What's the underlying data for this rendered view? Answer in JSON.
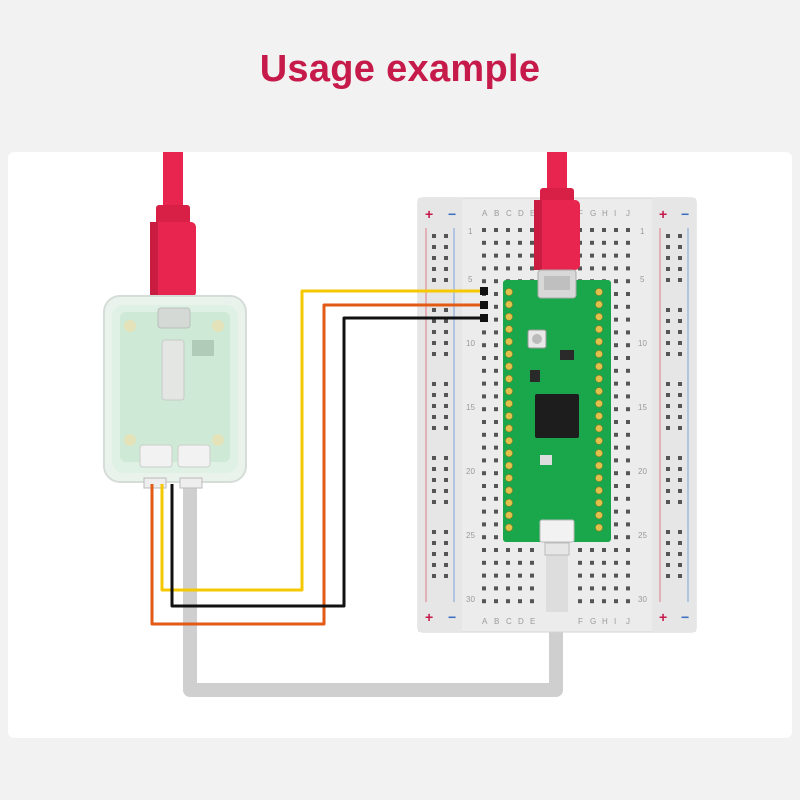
{
  "title": "Usage example",
  "breadboard": {
    "column_labels_left": [
      "A",
      "B",
      "C",
      "D",
      "E"
    ],
    "column_labels_right": [
      "F",
      "G",
      "H",
      "I",
      "J"
    ],
    "row_numbers": [
      "1",
      "5",
      "10",
      "15",
      "20",
      "25",
      "30"
    ],
    "rail_plus": "+",
    "rail_minus": "−"
  },
  "colors": {
    "accent": "#c51a4a",
    "usb_cable": "#e8254f",
    "wire_yellow": "#f5c800",
    "wire_orange": "#e25a14",
    "wire_black": "#111111",
    "wire_grey": "#cfcfcf",
    "pico_board": "#1aa64a"
  }
}
